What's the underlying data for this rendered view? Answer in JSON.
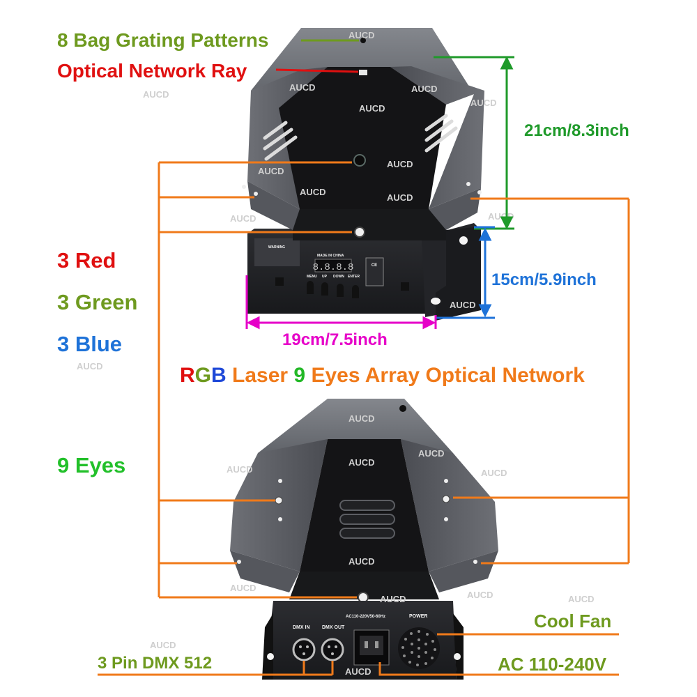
{
  "labels": {
    "grating": "8 Bag Grating Patterns",
    "optical_ray": "Optical Network Ray",
    "height_top": "21cm/8.3inch",
    "red": "3 Red",
    "green": "3 Green",
    "blue": "3 Blue",
    "height_base": "15cm/5.9inch",
    "width": "19cm/7.5inch",
    "title_r": "R",
    "title_g": "G",
    "title_b": "B",
    "title_laser": " Laser ",
    "title_9": "9",
    "title_rest": " Eyes Array Optical Network",
    "eyes": "9 Eyes",
    "cool_fan": "Cool Fan",
    "dmx": "3 Pin DMX 512",
    "ac": "AC 110-240V"
  },
  "device_text": {
    "made_in": "MADE IN CHINA",
    "display": "8.8.8.8",
    "warning": "WARNING",
    "btn_menu": "MENU",
    "btn_up": "UP",
    "btn_down": "DOWN",
    "btn_enter": "ENTER",
    "dmx_in": "DMX IN",
    "dmx_out": "DMX OUT",
    "power_spec": "AC110-220V50-60Hz",
    "power": "POWER",
    "ce": "CE"
  },
  "watermark": "AUCD",
  "colors": {
    "callout_orange": "#f07a1a",
    "dim_green": "#1f9a2a",
    "dim_blue": "#1e72d8",
    "dim_magenta": "#e600c8",
    "olive": "#6e9a1f",
    "red": "#e01010"
  }
}
